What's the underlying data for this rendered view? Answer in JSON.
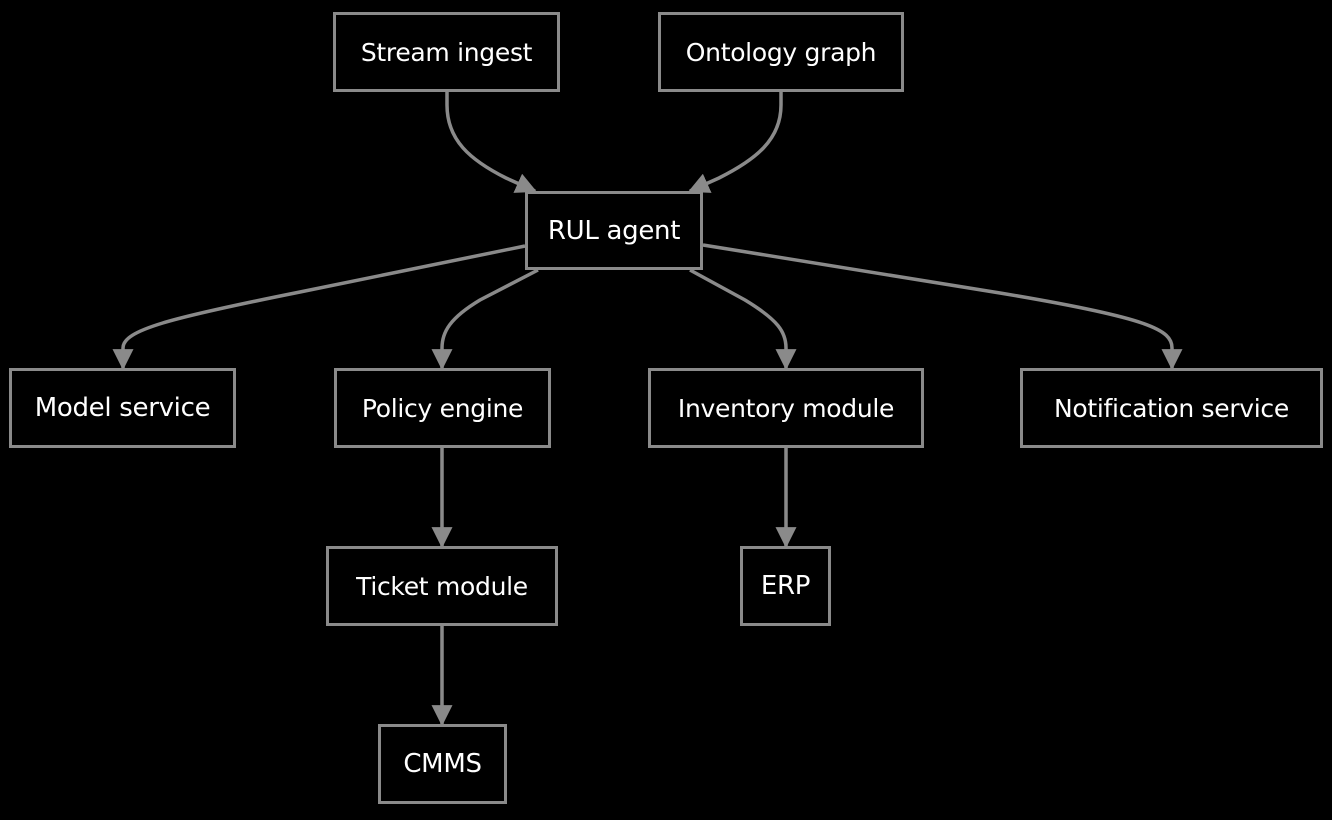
{
  "colors": {
    "background": "#000000",
    "edge": "#8a8a8a",
    "node_border": "#8a8a8a",
    "text": "#ffffff"
  },
  "nodes": {
    "stream_ingest": "Stream ingest",
    "ontology_graph": "Ontology graph",
    "rul_agent": "RUL agent",
    "model_service": "Model service",
    "policy_engine": "Policy engine",
    "inventory_module": "Inventory module",
    "notification_service": "Notification service",
    "ticket_module": "Ticket module",
    "erp": "ERP",
    "cmms": "CMMS"
  },
  "edges": [
    {
      "from": "stream_ingest",
      "to": "rul_agent"
    },
    {
      "from": "ontology_graph",
      "to": "rul_agent"
    },
    {
      "from": "rul_agent",
      "to": "model_service"
    },
    {
      "from": "rul_agent",
      "to": "policy_engine"
    },
    {
      "from": "rul_agent",
      "to": "inventory_module"
    },
    {
      "from": "rul_agent",
      "to": "notification_service"
    },
    {
      "from": "policy_engine",
      "to": "ticket_module"
    },
    {
      "from": "inventory_module",
      "to": "erp"
    },
    {
      "from": "ticket_module",
      "to": "cmms"
    }
  ]
}
